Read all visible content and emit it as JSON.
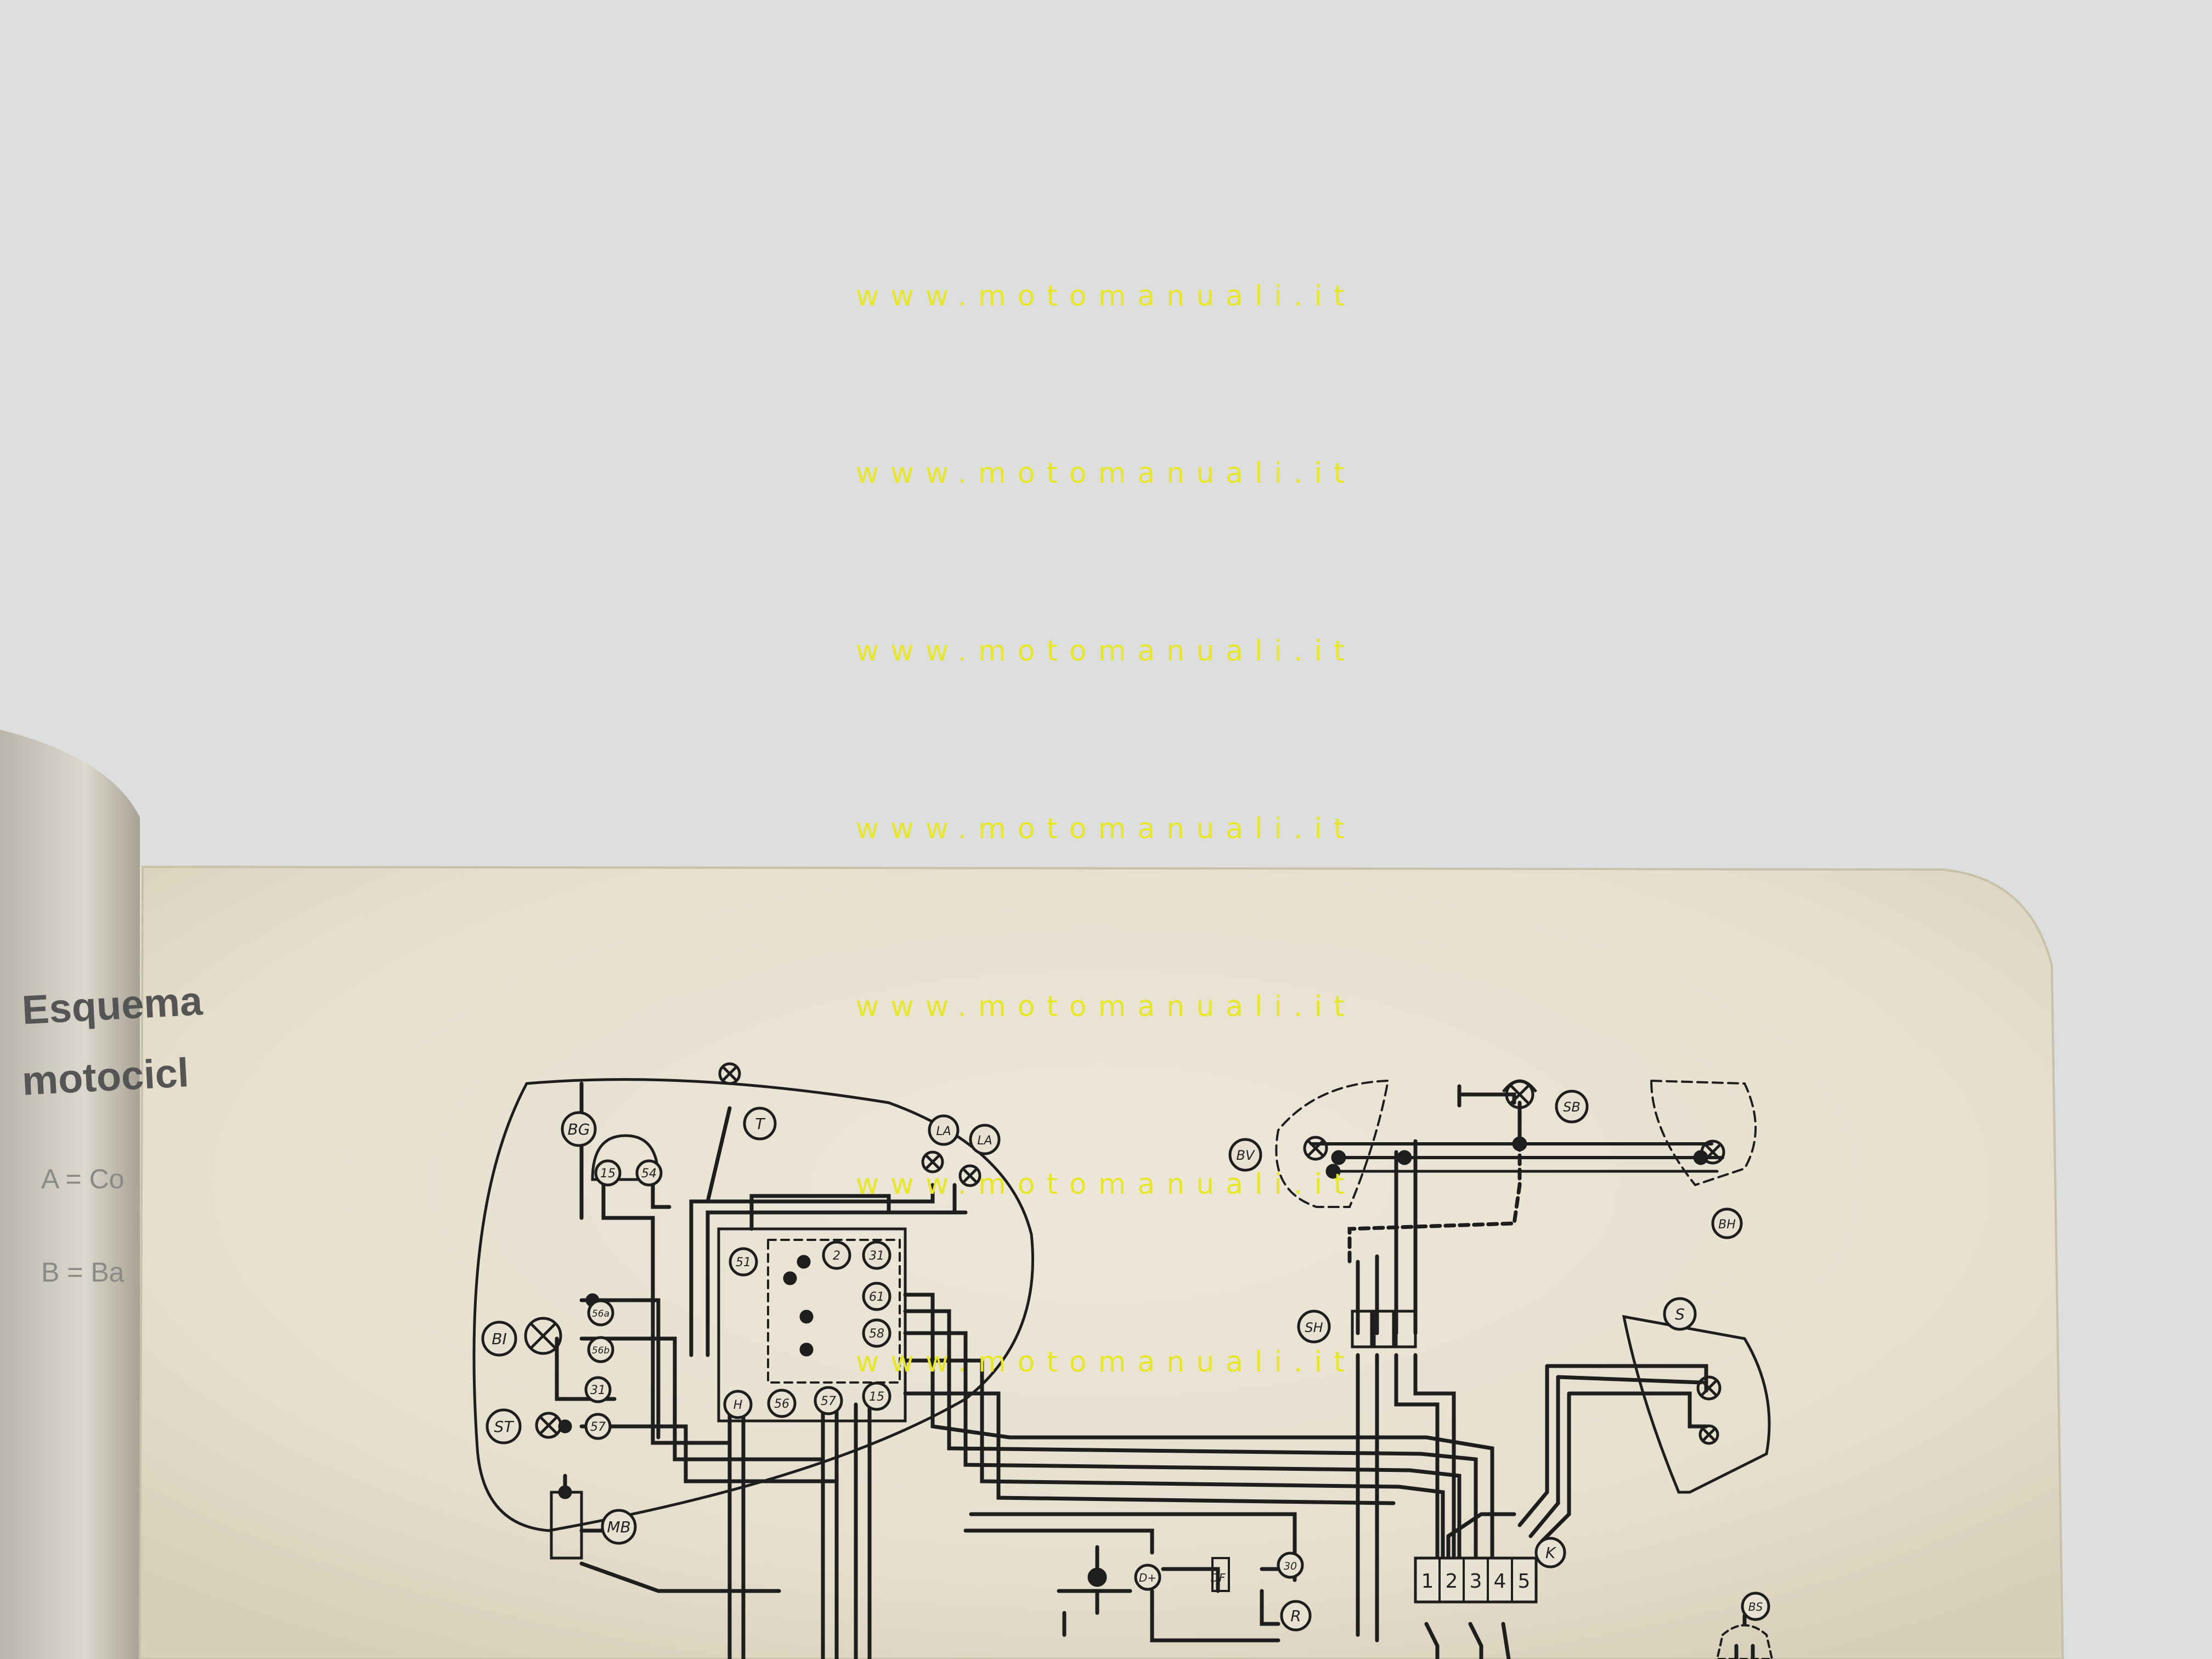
{
  "booklet": {
    "left_title_line1": "Esquema",
    "left_title_line2": "motocicl",
    "left_legend_fragments": [
      "A = Co",
      "B = Ba"
    ]
  },
  "watermark": {
    "text": "www.motomanuali.it"
  },
  "diagram": {
    "component_labels": {
      "horn": "BG",
      "tachometer": "T",
      "lamp_left_1": "LA",
      "lamp_left_2": "LA",
      "front_indicator": "BV",
      "stop_lamp": "SB",
      "rear_indicator": "BH",
      "headlamp": "BI",
      "parking": "ST",
      "magneto": "MB",
      "switch_harness": "SH",
      "tail_light": "S",
      "junction": "K",
      "rectifier": "R",
      "battery_sensor": "BS",
      "dynamo_plus": "D+",
      "dynamo_field": "DF"
    },
    "terminals": {
      "horn_15": "15",
      "horn_54": "54",
      "sw_51": "51",
      "sw_2": "2",
      "sw_31": "31",
      "sw_61": "61",
      "sw_58": "58",
      "sw_H": "H",
      "sw_56": "56",
      "sw_57": "57",
      "sw_15": "15",
      "bi_56a": "56a",
      "bi_56b": "56b",
      "bi_31": "31",
      "st_57": "57",
      "reg_30": "30"
    },
    "terminal_block": [
      "1",
      "2",
      "3",
      "4",
      "5"
    ]
  },
  "colors": {
    "background": "#dcdfde",
    "paper": "#e9e3d4",
    "ink": "#1e1e1e",
    "watermark": "#e8e62a"
  }
}
